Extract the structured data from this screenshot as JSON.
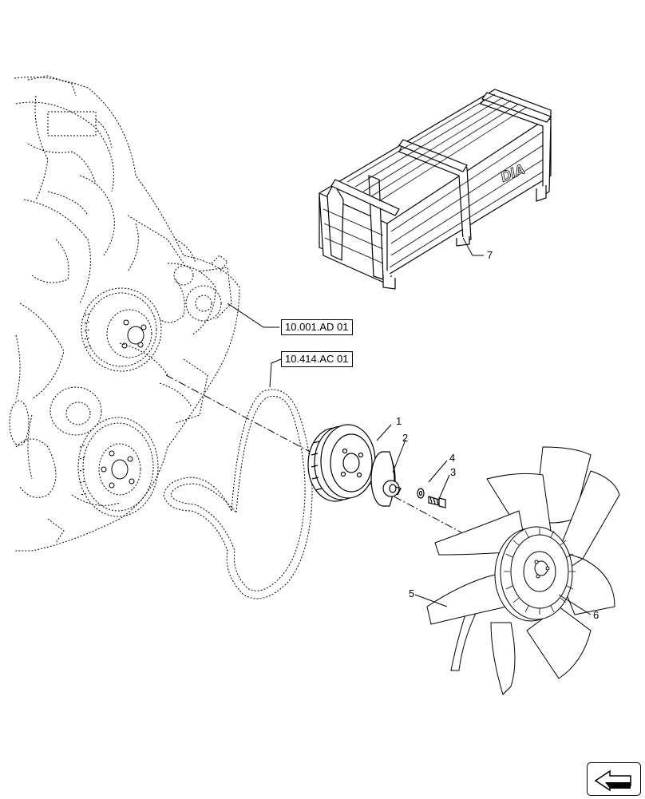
{
  "references": [
    {
      "label": "10.001.AD 01"
    },
    {
      "label": "10.414.AC 01"
    }
  ],
  "callouts": [
    "1",
    "2",
    "3",
    "4",
    "5",
    "6",
    "7"
  ],
  "crate_brand": "DIA",
  "nav_icon": "next-page-arrow-icon"
}
